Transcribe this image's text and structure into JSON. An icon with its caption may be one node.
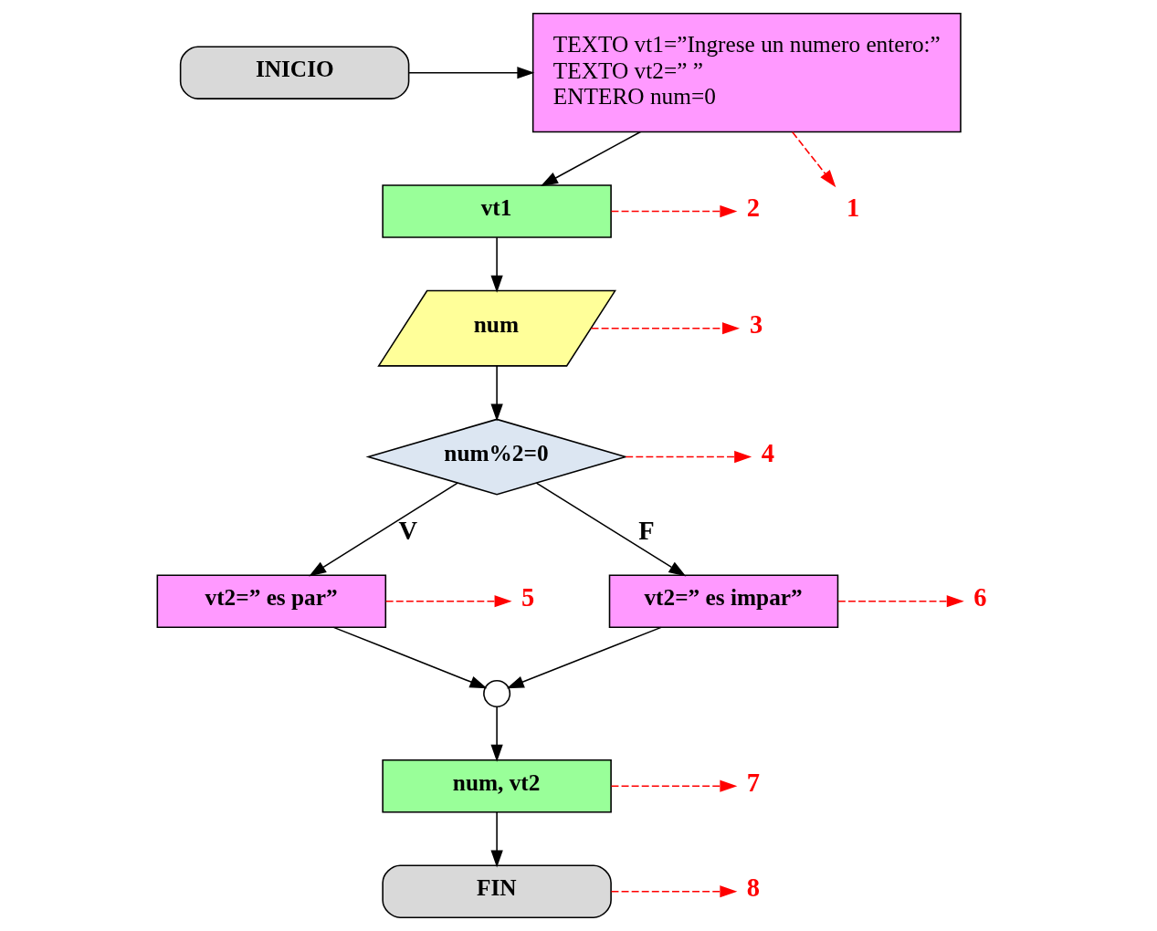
{
  "diagram": {
    "nodes": [
      {
        "text": [
          "INICIO"
        ]
      },
      {
        "text": [
          "TEXTO vt1=”Ingrese un numero entero:”",
          "TEXTO vt2=” ”",
          "ENTERO num=0"
        ]
      },
      {
        "text": [
          "vt1"
        ]
      },
      {
        "text": [
          "num"
        ]
      },
      {
        "text": [
          "num%2=0"
        ]
      },
      {
        "text": [
          "vt2=” es par”"
        ]
      },
      {
        "text": [
          "vt2=” es impar”"
        ]
      },
      {
        "text": [],
        "shape": "circle"
      },
      {
        "text": [
          "num, vt2"
        ]
      },
      {
        "text": [
          "FIN"
        ]
      },
      {
        "text": [
          "1"
        ]
      },
      {
        "text": [
          "2"
        ]
      },
      {
        "text": [
          "3"
        ]
      },
      {
        "text": [
          "4"
        ]
      },
      {
        "text": [
          "5"
        ]
      },
      {
        "text": [
          "6"
        ]
      },
      {
        "text": [
          "7"
        ]
      },
      {
        "text": [
          "8"
        ]
      }
    ],
    "edges": [
      {
        "from": 0,
        "to": 1,
        "arrow": "to"
      },
      {
        "from": 1,
        "to": 2,
        "arrow": "to"
      },
      {
        "from": 2,
        "to": 3,
        "arrow": "to"
      },
      {
        "from": 3,
        "to": 4,
        "arrow": "to"
      },
      {
        "from": 4,
        "to": 6,
        "arrow": "to",
        "label": "F"
      },
      {
        "from": 4,
        "to": 5,
        "arrow": "to",
        "label": "V"
      },
      {
        "from": 5,
        "to": 7,
        "arrow": "to"
      },
      {
        "from": 6,
        "to": 7,
        "arrow": "to"
      },
      {
        "from": 7,
        "to": 8,
        "arrow": "to"
      },
      {
        "from": 8,
        "to": 9,
        "arrow": "to"
      },
      {
        "from": 1,
        "to": 10,
        "arrow": "to",
        "style": "dashed",
        "color": "#ff0000"
      },
      {
        "from": 2,
        "to": 11,
        "arrow": "to",
        "style": "dashed",
        "color": "#ff0000"
      },
      {
        "from": 3,
        "to": 12,
        "arrow": "to",
        "style": "dashed",
        "color": "#ff0000"
      },
      {
        "from": 4,
        "to": 13,
        "arrow": "to",
        "style": "dashed",
        "color": "#ff0000"
      },
      {
        "from": 5,
        "to": 14,
        "arrow": "to",
        "style": "dashed",
        "color": "#ff0000"
      },
      {
        "from": 6,
        "to": 15,
        "arrow": "to",
        "style": "dashed",
        "color": "#ff0000"
      },
      {
        "from": 8,
        "to": 16,
        "arrow": "to",
        "style": "dashed",
        "color": "#ff0000"
      },
      {
        "from": 9,
        "to": 17,
        "arrow": "to",
        "style": "dashed",
        "color": "#ff0000"
      }
    ]
  }
}
